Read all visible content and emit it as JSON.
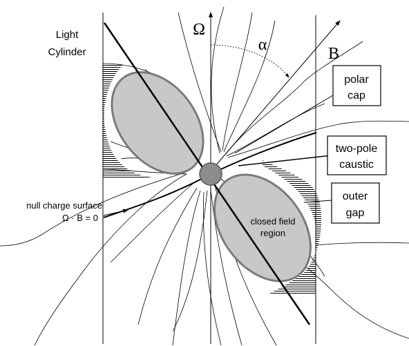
{
  "labels": {
    "light_cylinder_line1": "Light",
    "light_cylinder_line2": "Cylinder",
    "omega": "Ω",
    "alpha": "α",
    "b_field": "B",
    "polar_cap_line1": "polar",
    "polar_cap_line2": "cap",
    "two_pole_caustic_line1": "two-pole",
    "two_pole_caustic_line2": "caustic",
    "outer_gap_line1": "outer",
    "outer_gap_line2": "gap",
    "null_charge_line1": "null charge surface",
    "null_charge_line2": "Ω · B = 0",
    "closed_field_line1": "closed field",
    "closed_field_line2": "region"
  },
  "colors": {
    "closed_region_fill": "#c8c8c8",
    "closed_region_stroke": "#7a7a7a",
    "star_fill": "#8c8c8c",
    "line": "#000000"
  }
}
